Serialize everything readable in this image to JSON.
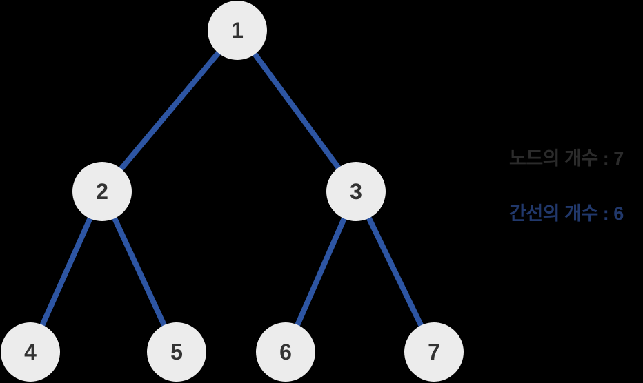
{
  "diagram": {
    "type": "binary-tree",
    "nodes": [
      {
        "id": 1,
        "label": "1"
      },
      {
        "id": 2,
        "label": "2"
      },
      {
        "id": 3,
        "label": "3"
      },
      {
        "id": 4,
        "label": "4"
      },
      {
        "id": 5,
        "label": "5"
      },
      {
        "id": 6,
        "label": "6"
      },
      {
        "id": 7,
        "label": "7"
      }
    ],
    "edges": [
      "1-2",
      "1-3",
      "2-4",
      "2-5",
      "3-6",
      "3-7"
    ]
  },
  "stats": {
    "node_count_label": "노드의 개수 : 7",
    "edge_count_label": "간선의 개수 : 6",
    "node_count": 7,
    "edge_count": 6
  },
  "colors": {
    "background": "#000000",
    "edge": "#2d55a3",
    "node_fill": "#ececec",
    "node_text": "#333333",
    "stat_nodes_text": "#2b2b2b",
    "stat_edges_text": "#21386b"
  }
}
